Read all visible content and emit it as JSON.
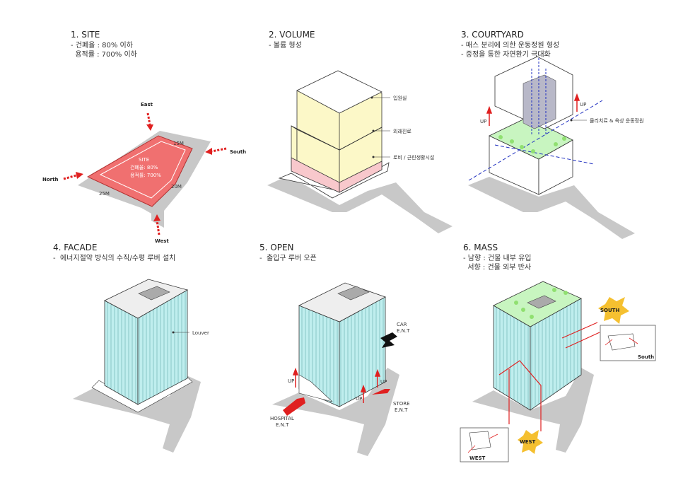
{
  "panels": [
    {
      "title": "1. SITE",
      "notes": [
        "- 건폐율 : 80% 이하",
        "  용적률 : 700% 이하"
      ],
      "site_box": [
        "SITE",
        "건폐율: 80%",
        "용적률: 700%"
      ],
      "dims": [
        "15M",
        "20M",
        "25M"
      ],
      "directions": [
        "East",
        "South",
        "North",
        "West"
      ]
    },
    {
      "title": "2. VOLUME",
      "notes": [
        "- 볼륨 형성"
      ],
      "labels": [
        "입원실",
        "외래진료",
        "로비 / 근린생활시설"
      ]
    },
    {
      "title": "3. COURTYARD",
      "notes": [
        "- 매스 분리에 의한 운동정원 형성",
        "- 중정을 통한 자연환기 극대화"
      ],
      "labels": [
        "물리치료 & 옥상 운동정원",
        "UP",
        "UP"
      ]
    },
    {
      "title": "4. FACADE",
      "notes": [
        "-  에너지절약 방식의 수직/수평 루버 설치"
      ],
      "labels": [
        "Louver"
      ]
    },
    {
      "title": "5. OPEN",
      "notes": [
        "-  출입구 루버 오픈"
      ],
      "labels": {
        "car": "CAR",
        "car_ent": "E.N.T",
        "up": "UP",
        "store": "STORE",
        "store_ent": "E.N.T",
        "hospital": "HOSPITAL",
        "hospital_ent": "E.N.T"
      }
    },
    {
      "title": "6. MASS",
      "notes": [
        "- 남향 : 건물 내부 유입",
        "  서향 : 건물 외부 반사"
      ],
      "labels": {
        "south_sun": "SOUTH",
        "west_sun": "WEST",
        "inset_south": "South",
        "inset_west": "WEST"
      }
    }
  ],
  "colors": {
    "site_red": "#f07070",
    "volume_yellow": "#fcf8c8",
    "volume_pink": "#f8c8cc",
    "glass_cyan": "#bfeeee",
    "garden_green": "#c8f5c0",
    "arrow_red": "#e02020",
    "ground_gray": "#c8c8c8"
  }
}
